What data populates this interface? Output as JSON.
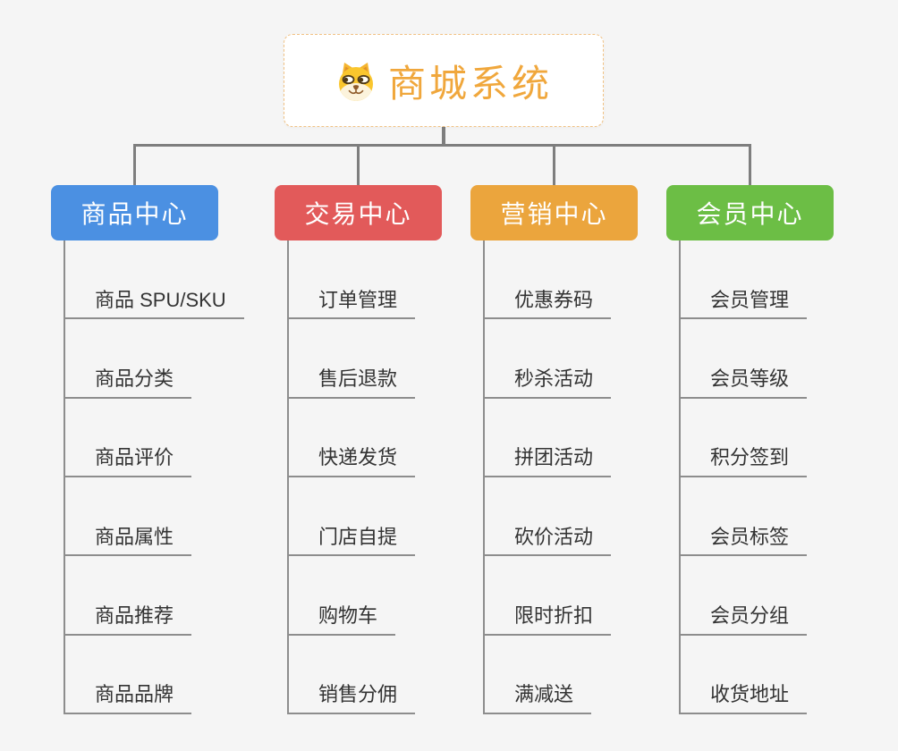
{
  "page_background": "#F5F5F5",
  "connector": {
    "main_color": "#7E7E7E",
    "leaf_line_color": "#8D8D8D"
  },
  "root": {
    "title": "商城系统",
    "icon": "shiba-dog-icon",
    "text_color": "#F0A73C",
    "border_color": "#F0C183",
    "background": "#FFFFFF"
  },
  "branches": [
    {
      "id": "product-center",
      "label": "商品中心",
      "color": "#4B90E2",
      "items": [
        "商品 SPU/SKU",
        "商品分类",
        "商品评价",
        "商品属性",
        "商品推荐",
        "商品品牌"
      ]
    },
    {
      "id": "trade-center",
      "label": "交易中心",
      "color": "#E25A5A",
      "items": [
        "订单管理",
        "售后退款",
        "快递发货",
        "门店自提",
        "购物车",
        "销售分佣"
      ]
    },
    {
      "id": "marketing-center",
      "label": "营销中心",
      "color": "#EBA53D",
      "items": [
        "优惠券码",
        "秒杀活动",
        "拼团活动",
        "砍价活动",
        "限时折扣",
        "满减送"
      ]
    },
    {
      "id": "member-center",
      "label": "会员中心",
      "color": "#6CBE45",
      "items": [
        "会员管理",
        "会员等级",
        "积分签到",
        "会员标签",
        "会员分组",
        "收货地址"
      ]
    }
  ]
}
